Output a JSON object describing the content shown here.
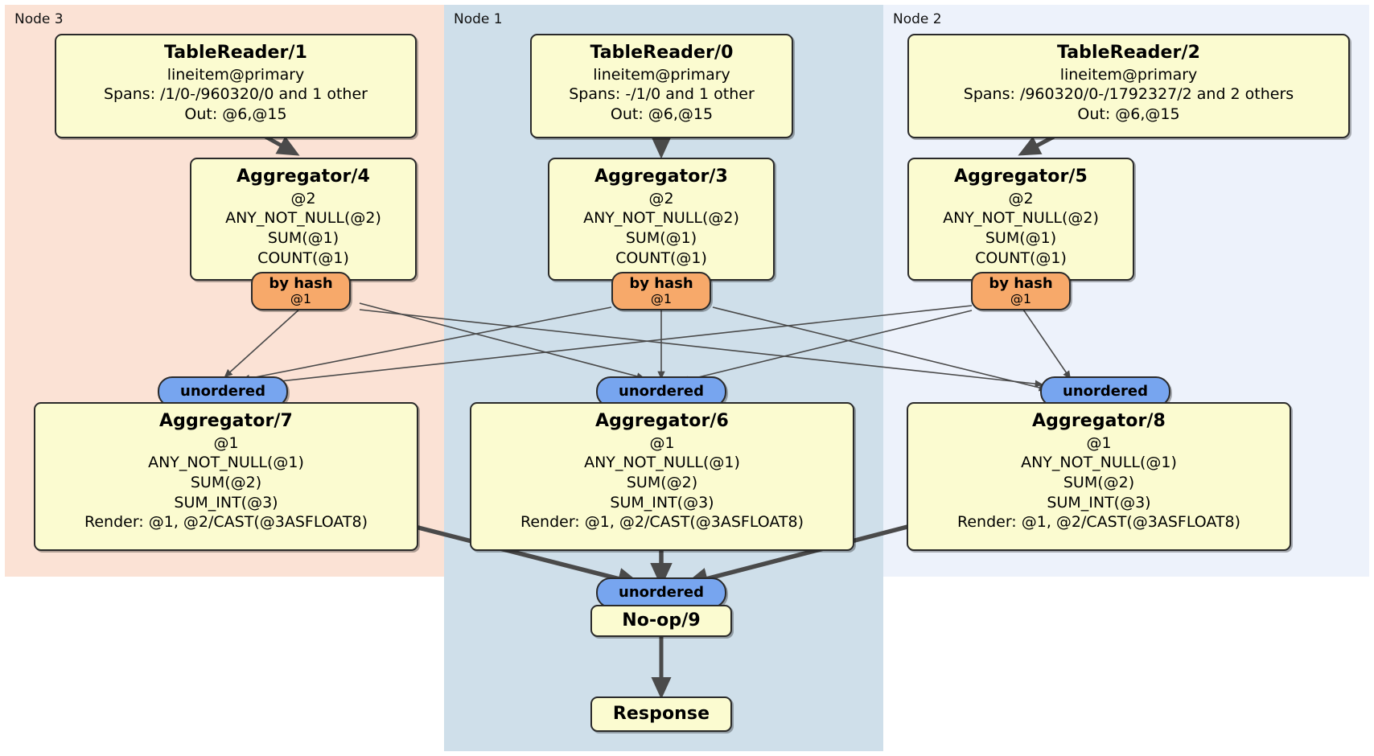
{
  "diagram": {
    "kind": "distributed-query-plan",
    "panels": [
      {
        "id": "node3",
        "label": "Node 3",
        "color": "#fbe2d5"
      },
      {
        "id": "node1",
        "label": "Node 1",
        "color": "#cfdfea"
      },
      {
        "id": "node2",
        "label": "Node 2",
        "color": "#edf2fb"
      }
    ],
    "processors": {
      "tablereader1": {
        "title": "TableReader/1",
        "lines": [
          "lineitem@primary",
          "Spans: /1/0-/960320/0 and 1 other",
          "Out: @6,@15"
        ]
      },
      "tablereader0": {
        "title": "TableReader/0",
        "lines": [
          "lineitem@primary",
          "Spans: -/1/0 and 1 other",
          "Out: @6,@15"
        ]
      },
      "tablereader2": {
        "title": "TableReader/2",
        "lines": [
          "lineitem@primary",
          "Spans: /960320/0-/1792327/2 and 2 others",
          "Out: @6,@15"
        ]
      },
      "aggregator4": {
        "title": "Aggregator/4",
        "lines": [
          "@2",
          "ANY_NOT_NULL(@2)",
          "SUM(@1)",
          "COUNT(@1)"
        ]
      },
      "aggregator3": {
        "title": "Aggregator/3",
        "lines": [
          "@2",
          "ANY_NOT_NULL(@2)",
          "SUM(@1)",
          "COUNT(@1)"
        ]
      },
      "aggregator5": {
        "title": "Aggregator/5",
        "lines": [
          "@2",
          "ANY_NOT_NULL(@2)",
          "SUM(@1)",
          "COUNT(@1)"
        ]
      },
      "aggregator7": {
        "title": "Aggregator/7",
        "lines": [
          "@1",
          "ANY_NOT_NULL(@1)",
          "SUM(@2)",
          "SUM_INT(@3)",
          "Render: @1, @2/CAST(@3ASFLOAT8)"
        ]
      },
      "aggregator6": {
        "title": "Aggregator/6",
        "lines": [
          "@1",
          "ANY_NOT_NULL(@1)",
          "SUM(@2)",
          "SUM_INT(@3)",
          "Render: @1, @2/CAST(@3ASFLOAT8)"
        ]
      },
      "aggregator8": {
        "title": "Aggregator/8",
        "lines": [
          "@1",
          "ANY_NOT_NULL(@1)",
          "SUM(@2)",
          "SUM_INT(@3)",
          "Render: @1, @2/CAST(@3ASFLOAT8)"
        ]
      },
      "noop9": {
        "title": "No-op/9",
        "lines": []
      },
      "response": {
        "title": "Response",
        "lines": []
      }
    },
    "badges": {
      "hash_left": {
        "primary": "by hash",
        "secondary": "@1"
      },
      "hash_mid": {
        "primary": "by hash",
        "secondary": "@1"
      },
      "hash_right": {
        "primary": "by hash",
        "secondary": "@1"
      },
      "unord_left": {
        "primary": "unordered",
        "secondary": ""
      },
      "unord_mid": {
        "primary": "unordered",
        "secondary": ""
      },
      "unord_right": {
        "primary": "unordered",
        "secondary": ""
      },
      "unord_final": {
        "primary": "unordered",
        "secondary": ""
      }
    },
    "colors": {
      "processor_fill": "#fbfbd0",
      "processor_stroke": "#2a2a2a",
      "hash_badge_fill": "#f7a96a",
      "unordered_badge_fill": "#77a5ef",
      "edge_stroke": "#4a4a4a"
    }
  }
}
